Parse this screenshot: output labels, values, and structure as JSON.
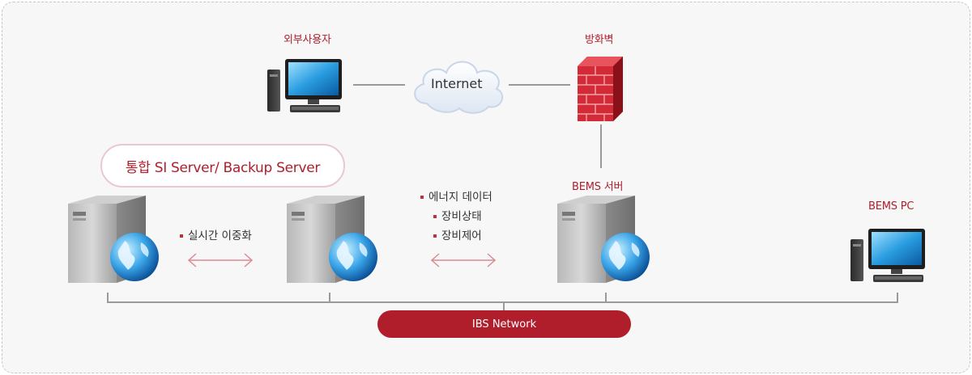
{
  "external_user": {
    "label": "외부사용자"
  },
  "internet": {
    "label": "Internet"
  },
  "firewall": {
    "label": "방화벽"
  },
  "si_server_group": {
    "label": "통합 SI Server/ Backup Server"
  },
  "replication": {
    "label": "실시간 이중화"
  },
  "data_types": {
    "items": [
      "에너지 데이터",
      "장비상태",
      "장비제어"
    ]
  },
  "bems_server": {
    "label": "BEMS 서버"
  },
  "bems_pc": {
    "label": "BEMS PC"
  },
  "network": {
    "label": "IBS Network"
  },
  "icons": [
    "desktop-pc-icon",
    "cloud-icon",
    "firewall-brick-icon",
    "server-tower-icon",
    "globe-icon",
    "double-arrow-icon"
  ],
  "colors": {
    "accent": "#b01e2c",
    "line": "#9a9a9a",
    "background": "#f7f7f7"
  }
}
